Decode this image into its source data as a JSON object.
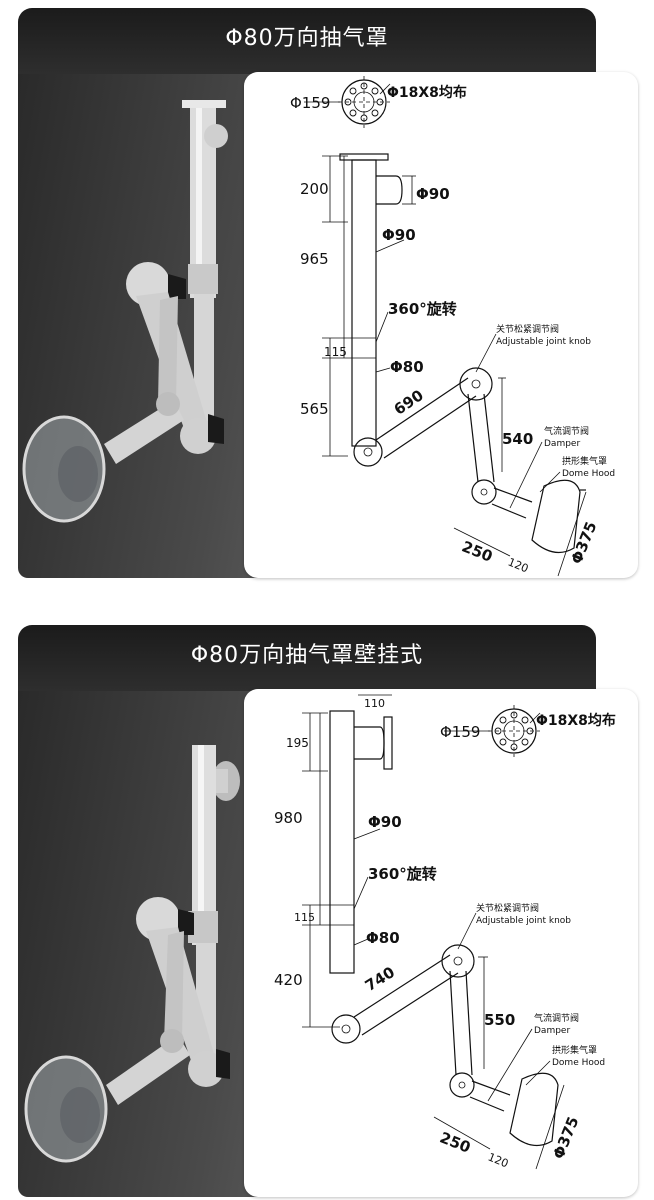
{
  "panels": [
    {
      "title": "Φ80万向抽气罩",
      "dims": {
        "flange": "Φ159",
        "holes": "Φ18X8均布",
        "d200": "200",
        "phi90_top": "Φ90",
        "d965": "965",
        "phi90_mid": "Φ90",
        "rotate": "360°旋转",
        "d115": "115",
        "phi80": "Φ80",
        "d565": "565",
        "d690": "690",
        "d540": "540",
        "d250": "250",
        "d120": "120",
        "phi375": "Φ375",
        "knob_cn": "关节松紧调节阀",
        "knob_en": "Adjustable joint knob",
        "damper_cn": "气流调节阀",
        "damper_en": "Damper",
        "hood_cn": "拱形集气罩",
        "hood_en": "Dome Hood"
      }
    },
    {
      "title": "Φ80万向抽气罩壁挂式",
      "dims": {
        "d110": "110",
        "flange": "Φ159",
        "holes": "Φ18X8均布",
        "d195": "195",
        "d980": "980",
        "phi90": "Φ90",
        "rotate": "360°旋转",
        "d115": "115",
        "phi80": "Φ80",
        "d420": "420",
        "d740": "740",
        "d550": "550",
        "d250": "250",
        "d120": "120",
        "phi375": "Φ375",
        "knob_cn": "关节松紧调节阀",
        "knob_en": "Adjustable joint knob",
        "damper_cn": "气流调节阀",
        "damper_en": "Damper",
        "hood_cn": "拱形集气罩",
        "hood_en": "Dome Hood"
      }
    }
  ]
}
